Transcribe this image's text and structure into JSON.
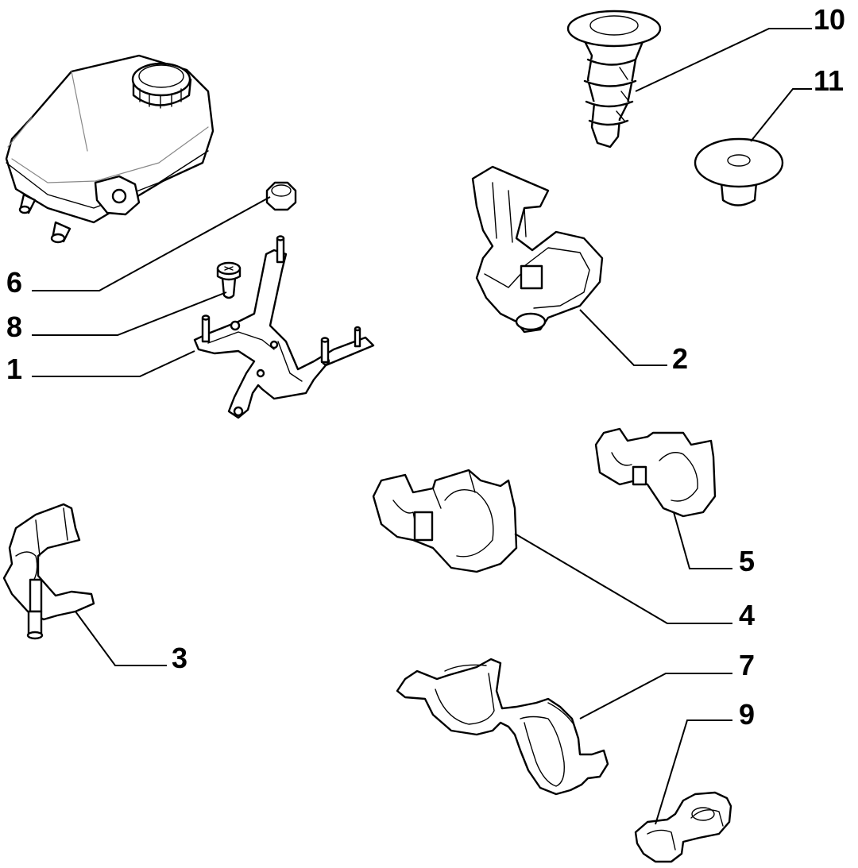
{
  "callouts": {
    "p1": "1",
    "p2": "2",
    "p3": "3",
    "p4": "4",
    "p5": "5",
    "p6": "6",
    "p7": "7",
    "p8": "8",
    "p9": "9",
    "p10": "10",
    "p11": "11"
  },
  "colors": {
    "line": "#000000",
    "background": "#ffffff",
    "faint_line": "#888888"
  }
}
